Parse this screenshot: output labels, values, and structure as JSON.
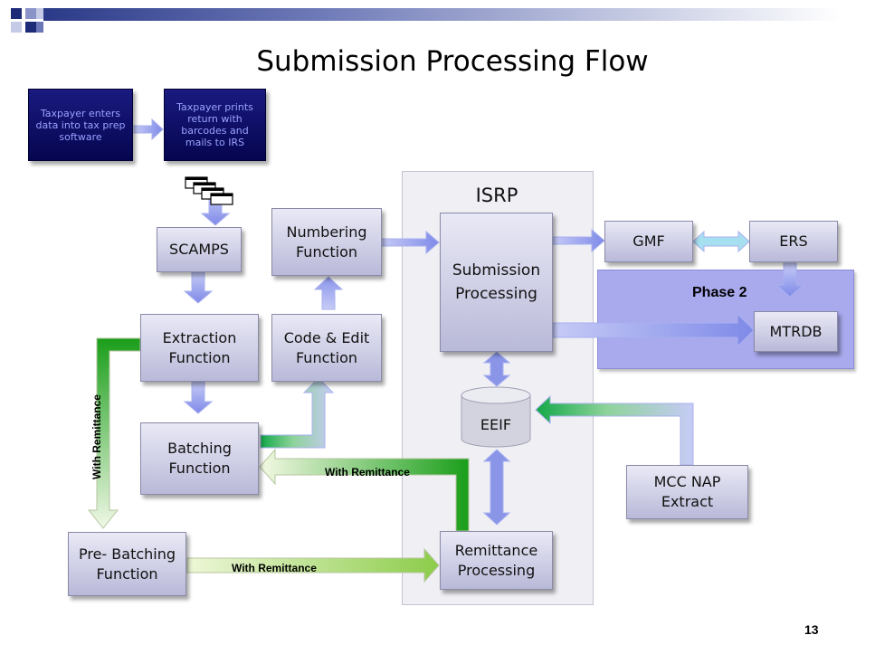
{
  "title": "Submission Processing Flow",
  "page_number": "13",
  "boxes": {
    "taxpayer_enters": "Taxpayer enters data into tax prep software",
    "taxpayer_prints": "Taxpayer prints return with barcodes and mails to IRS",
    "scamps": "SCAMPS",
    "extraction": "Extraction Function",
    "batching": "Batching Function",
    "pre_batching": "Pre- Batching Function",
    "code_edit": "Code & Edit Function",
    "numbering": "Numbering Function",
    "submission_processing": "Submission Processing",
    "remittance_processing": "Remittance Processing",
    "eeif": "EEIF",
    "gmf": "GMF",
    "ers": "ERS",
    "mtrdb": "MTRDB",
    "mcc_nap": "MCC NAP Extract"
  },
  "regions": {
    "isrp": "ISRP",
    "phase2": "Phase 2"
  },
  "arrow_labels": {
    "vertical": "With Remittance",
    "to_batching": "With Remittance",
    "to_remittance": "With Remittance"
  },
  "colors": {
    "box_fill_top": "#e9e9f6",
    "box_fill_bottom": "#b9b9d9",
    "dark_box": "#0b0b66",
    "arrow_blue": "#9fa7f2",
    "arrow_green": "#1ea01e",
    "phase2_fill": "#a9a9ee"
  }
}
